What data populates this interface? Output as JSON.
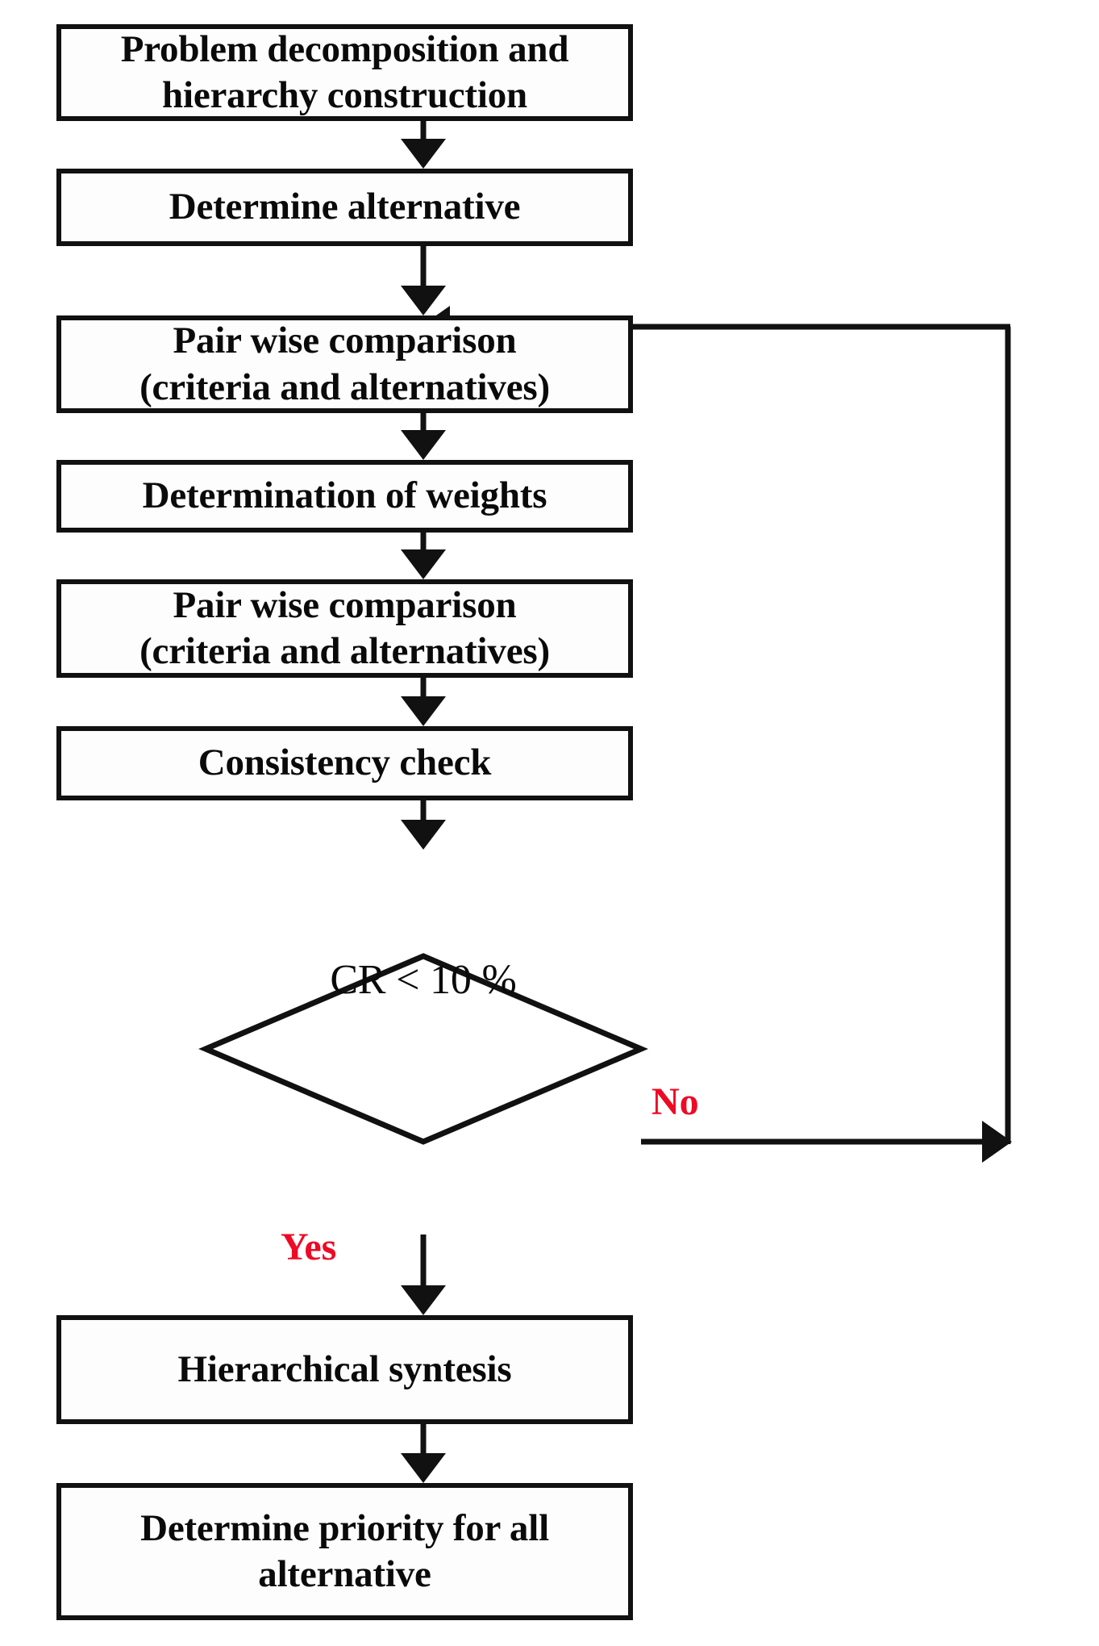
{
  "diagram": {
    "type": "flowchart",
    "title": "AHP methodology flowchart",
    "background_color": "#ffffff",
    "stroke_color": "#111111",
    "text_color": "#0a0a0a",
    "accent_color": "#ee0a24",
    "nodes": [
      {
        "id": "problem-decomposition",
        "shape": "process",
        "label": "Problem decomposition and\nhierarchy construction"
      },
      {
        "id": "determine-alternative",
        "shape": "process",
        "label": "Determine alternative"
      },
      {
        "id": "pairwise-comparison-1",
        "shape": "process",
        "label": "Pair wise comparison\n(criteria and alternatives)"
      },
      {
        "id": "determination-of-weights",
        "shape": "process",
        "label": "Determination of weights"
      },
      {
        "id": "pairwise-comparison-2",
        "shape": "process",
        "label": "Pair wise comparison\n(criteria and alternatives)"
      },
      {
        "id": "consistency-check",
        "shape": "process",
        "label": "Consistency check"
      },
      {
        "id": "cr-decision",
        "shape": "decision",
        "label": "CR < 10 %"
      },
      {
        "id": "hierarchical-syntesis",
        "shape": "process",
        "label": "Hierarchical syntesis"
      },
      {
        "id": "determine-priority",
        "shape": "process",
        "label": "Determine priority for all\nalternative"
      }
    ],
    "branches": {
      "no_label": "No",
      "yes_label": "Yes"
    },
    "edges": [
      {
        "from": "problem-decomposition",
        "to": "determine-alternative",
        "label": ""
      },
      {
        "from": "determine-alternative",
        "to": "pairwise-comparison-1",
        "label": ""
      },
      {
        "from": "pairwise-comparison-1",
        "to": "determination-of-weights",
        "label": ""
      },
      {
        "from": "determination-of-weights",
        "to": "pairwise-comparison-2",
        "label": ""
      },
      {
        "from": "pairwise-comparison-2",
        "to": "consistency-check",
        "label": ""
      },
      {
        "from": "consistency-check",
        "to": "cr-decision",
        "label": ""
      },
      {
        "from": "cr-decision",
        "to": "hierarchical-syntesis",
        "label": "Yes"
      },
      {
        "from": "cr-decision",
        "to": "pairwise-comparison-1",
        "label": "No"
      },
      {
        "from": "hierarchical-syntesis",
        "to": "determine-priority",
        "label": ""
      }
    ]
  }
}
